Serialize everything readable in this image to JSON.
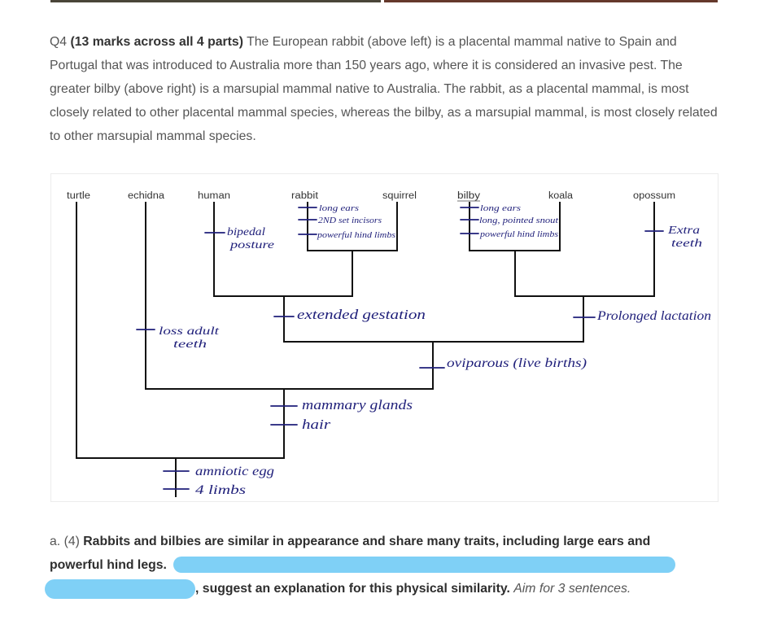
{
  "photos": {
    "left_edge_color": "#4a4539",
    "right_edge_color": "#65392c"
  },
  "intro": {
    "number": "Q4",
    "marks": "(13 marks across all 4 parts)",
    "first_line": "The European rabbit (above left) is a placental mammal native to Spain and",
    "lines": [
      "Portugal that was introduced to Australia more than 150 years ago, where it is considered an invasive pest. The",
      "greater bilby (above right) is a marsupial mammal native to Australia. The rabbit, as a placental mammal, is most",
      "closely related to other placental mammal species, whereas the bilby, as a marsupial mammal, is most closely related",
      "to other marsupial mammal species."
    ]
  },
  "cladogram": {
    "taxa": [
      "turtle",
      "echidna",
      "human",
      "rabbit",
      "squirrel",
      "bilby",
      "koala",
      "opossum"
    ],
    "annotations": {
      "echidna": [
        "loss adult",
        "teeth"
      ],
      "human": [
        "bipedal",
        "posture"
      ],
      "rabbit": [
        "long ears",
        "2ND set incisors",
        "powerful hind limbs"
      ],
      "bilby": [
        "long ears",
        "long, pointed snout",
        "powerful hind limbs"
      ],
      "opossum": [
        "Extra",
        "teeth"
      ],
      "human_rabbit_squirrel": [
        "extended gestation"
      ],
      "bilby_koala_opossum": [
        "Prolonged lactation"
      ],
      "human_to_opossum": [
        "oviparous (live births)"
      ],
      "echidna_to_opossum": [
        "mammary glands",
        "hair"
      ],
      "root": [
        "amniotic egg",
        "4 limbs"
      ]
    },
    "line_color": "#111111",
    "ink_color": "#1f1f7a"
  },
  "part_a": {
    "label": "a. (4)",
    "prompt_line1": "Rabbits and bilbies are similar in appearance and share many traits, including large ears and",
    "prompt_line2": "powerful hind legs.",
    "prompt_line3": ", suggest an explanation for this physical similarity.",
    "hint": "Aim for 3 sentences.",
    "redaction_color": "#7fd0f6"
  }
}
